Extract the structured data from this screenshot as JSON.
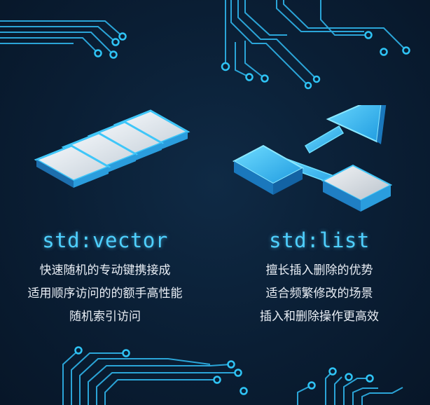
{
  "vector": {
    "title": "std:vector",
    "lines": [
      "快速随机的专动键携接成",
      "适用顺序访问的的额手高性能",
      "随机索引访问"
    ]
  },
  "list": {
    "title": "std:list",
    "lines": [
      "擅长插入删除的优势",
      "适合频繁修改的场景",
      "插入和删除操作更高效"
    ]
  },
  "colors": {
    "accent": "#4fd0ff",
    "background": "#0a1e34",
    "text": "#e9eef5"
  }
}
